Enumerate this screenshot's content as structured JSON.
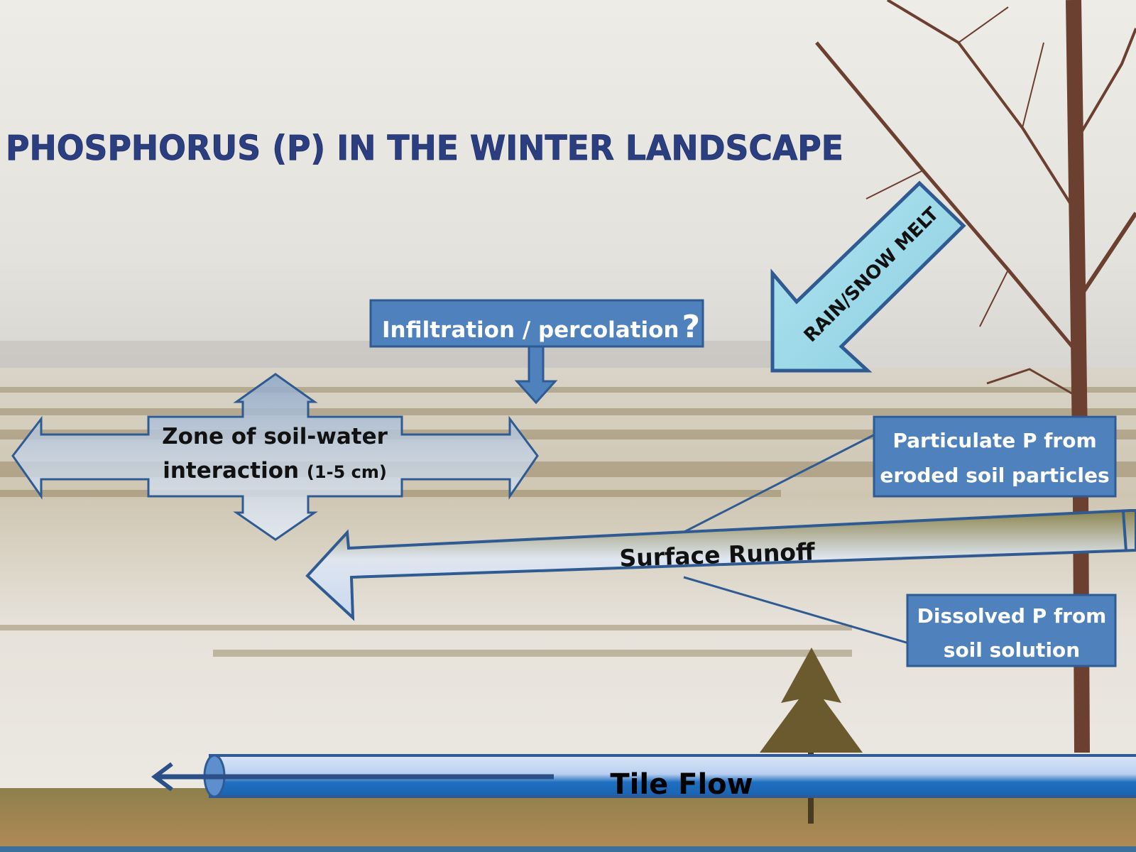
{
  "title": "PHOSPHORUS (P) IN THE WINTER LANDSCAPE",
  "labels": {
    "infiltration": "Infiltration / percolation",
    "infiltration_mark": "?",
    "zone_line1": "Zone of soil-water",
    "zone_line2": "interaction",
    "zone_range": "(1-5 cm)",
    "rain": "RAIN/SNOW MELT",
    "particulate_line1": "Particulate P from",
    "particulate_line2": "eroded soil particles",
    "runoff": "Surface Runoff",
    "dissolved_line1": "Dissolved P from",
    "dissolved_line2": "soil solution",
    "tile": "Tile Flow"
  },
  "colors": {
    "title": "#2b3f80",
    "box_fill": "#4f81bd",
    "box_stroke": "#2f5b92",
    "rain_fill": "#9fd8e6",
    "tile_fill": "#1f6fc0"
  }
}
